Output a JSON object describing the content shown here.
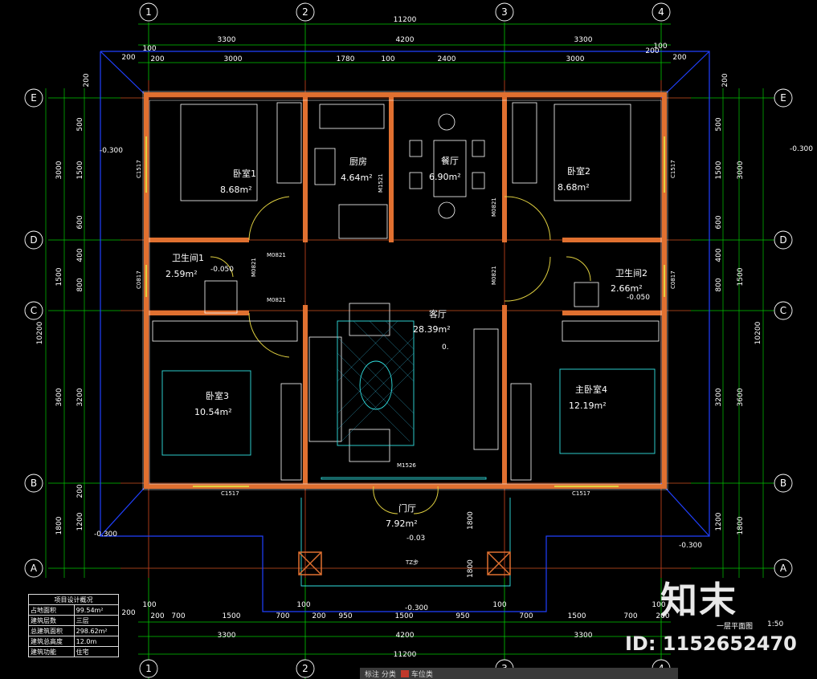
{
  "axes_h": {
    "a1": "1",
    "a2": "2",
    "a3": "3",
    "a4": "4"
  },
  "axes_v": {
    "e": "E",
    "d": "D",
    "c": "C",
    "b": "B",
    "a": "A"
  },
  "dims_top": {
    "total": "11200",
    "s1": "3300",
    "s2": "4200",
    "s3": "3300",
    "d200a": "200",
    "d100a": "100",
    "d200b": "200",
    "d3000a": "3000",
    "d1780": "1780",
    "d100b": "100",
    "d2400": "2400",
    "d3000b": "3000",
    "d200c": "200",
    "d100c": "100",
    "d200d": "200"
  },
  "dims_bottom": {
    "total": "11200",
    "s1": "3300",
    "s2": "4200",
    "s3": "3300",
    "b200": "200",
    "b700a": "700",
    "b1500a": "1500",
    "b700b": "700",
    "b100a": "100",
    "b200b": "200",
    "b950a": "950",
    "b1500b": "1500",
    "b950b": "950",
    "b100b": "100",
    "b700c": "700",
    "b1500c": "1500",
    "b700d": "700",
    "b100c": "100",
    "b200c": "200",
    "b100d": "100",
    "b200d": "200"
  },
  "dims_left": {
    "total": "10200",
    "l3000": "3000",
    "l1500": "1500",
    "l3600": "3600",
    "l1800": "1800",
    "l200a": "200",
    "l1500b": "1500",
    "l500": "500",
    "l600": "600",
    "l400": "400",
    "l800": "800",
    "l3200": "3200",
    "l1200": "1200",
    "l200b": "200"
  },
  "dims_right": {
    "total": "10200",
    "r3000": "3000",
    "r1500": "1500",
    "r3600": "3600",
    "r1800": "1800",
    "r200a": "200",
    "r1500b": "1500",
    "r500": "500",
    "r600": "600",
    "r400": "400",
    "r800": "800",
    "r3200": "3200",
    "r1200": "1200"
  },
  "rooms": {
    "bed1_name": "卧室1",
    "bed1_area": "8.68m²",
    "kitchen_name": "厨房",
    "kitchen_area": "4.64m²",
    "dining_name": "餐厅",
    "dining_area": "6.90m²",
    "bed2_name": "卧室2",
    "bed2_area": "8.68m²",
    "bath1_name": "卫生间1",
    "bath1_area": "2.59m²",
    "living_name": "客厅",
    "living_area": "28.39m²",
    "bath2_name": "卫生间2",
    "bath2_area": "2.66m²",
    "bed3_name": "卧室3",
    "bed3_area": "10.54m²",
    "master_name": "主卧室4",
    "master_area": "12.19m²",
    "entry_name": "门厅",
    "entry_area": "7.92m²"
  },
  "levels": {
    "lv_left_top": "-0.300",
    "lv_right_top": "-0.300",
    "lv_left_bot": "-0.300",
    "lv_right_bot": "-0.300",
    "lv_bath1": "-0.050",
    "lv_bath2": "-0.050",
    "lv_entry": "-0.03",
    "lv_porch": "-0.300",
    "lv_living": "0."
  },
  "tags": {
    "c1517a": "C1517",
    "c1517b": "C1517",
    "c1517c": "C1517",
    "c1517d": "C1517",
    "m0821a": "M0821",
    "m0821b": "M0821",
    "m0821c": "M0821",
    "m0821d": "M0821",
    "m0821e": "M0821",
    "m1521": "M1521",
    "m1526": "M1526",
    "c0817a": "C0817",
    "c0817b": "C0817",
    "d1800a": "1800",
    "d1800b": "1800",
    "steps": "TZ步"
  },
  "info_table": {
    "title": "项目设计概况",
    "rows": [
      {
        "k": "占地面积",
        "v": "99.54m²"
      },
      {
        "k": "建筑层数",
        "v": "三层"
      },
      {
        "k": "总建筑面积",
        "v": "298.62m²"
      },
      {
        "k": "建筑总高度",
        "v": "12.0m"
      },
      {
        "k": "建筑功能",
        "v": "住宅"
      }
    ]
  },
  "plan_title": "一层平面图",
  "plan_scale": "1:50",
  "watermark_logo": "知末",
  "watermark_id": "ID: 1152652470",
  "tabbar": {
    "item1": "标注 分类",
    "item2": "车位类"
  }
}
